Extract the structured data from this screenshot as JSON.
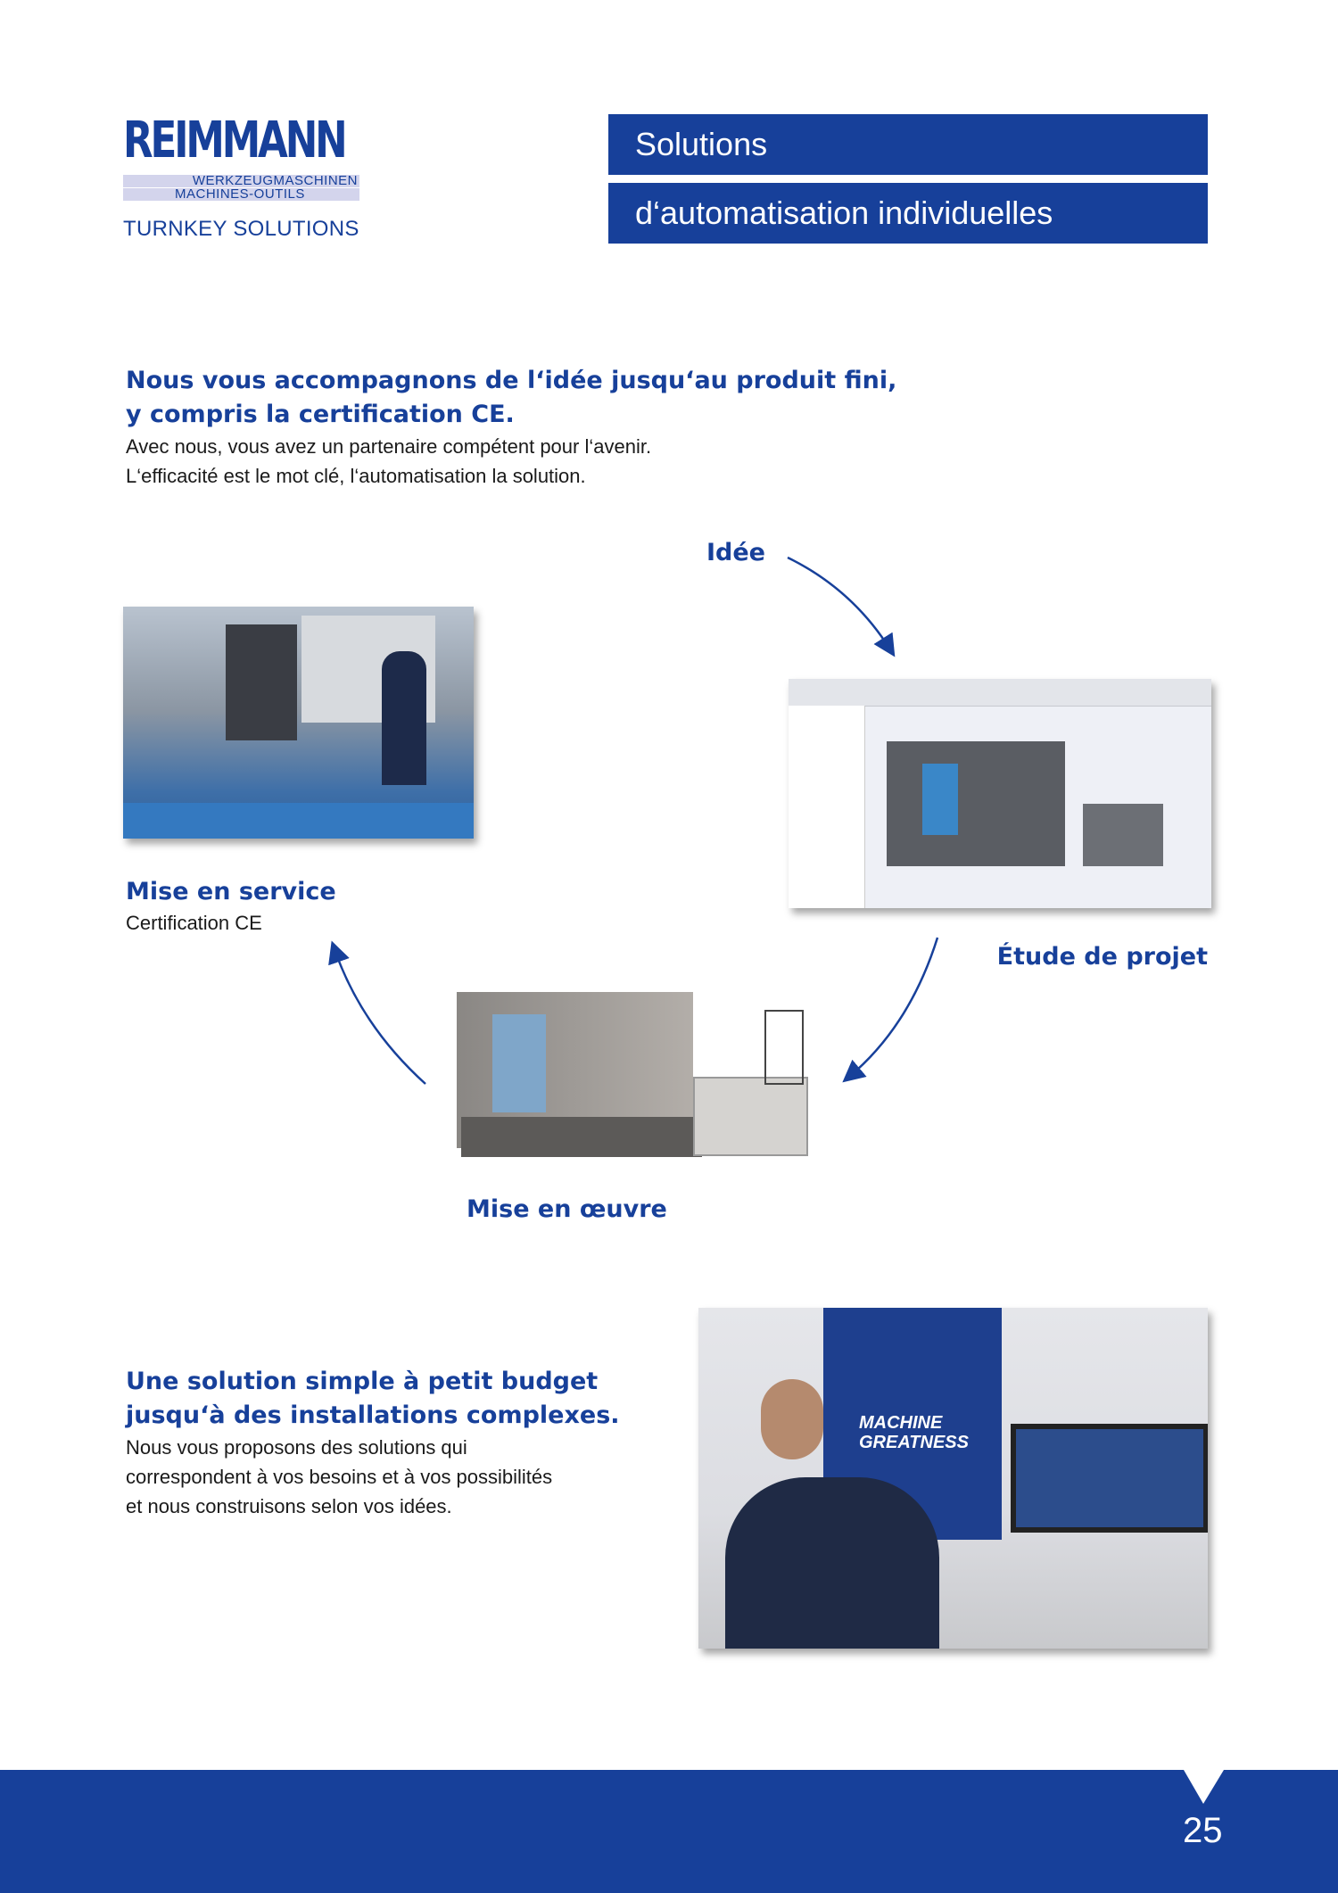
{
  "logo": {
    "brand": "REIMMANN",
    "line1": "WERKZEUGMASCHINEN",
    "line2": "MACHINES-OUTILS",
    "tagline": "TURNKEY SOLUTIONS"
  },
  "title": {
    "line1": "Solutions",
    "line2": "d‘automatisation individuelles"
  },
  "intro": {
    "heading1": "Nous vous accompagnons de l‘idée jusqu‘au produit fini,",
    "heading2": "y compris la certification CE.",
    "body1": "Avec nous, vous avez un partenaire compétent pour l‘avenir.",
    "body2": "L‘efficacité est le mot clé, l‘automatisation la solution."
  },
  "cycle": {
    "idea": "Idée",
    "study": "Étude de projet",
    "implementation": "Mise en œuvre",
    "commissioning": "Mise en service",
    "commissioning_sub": "Certification CE"
  },
  "second": {
    "heading1": "Une solution simple à petit budget",
    "heading2": "jusqu‘à des installations complexes.",
    "body1": "Nous vous proposons des solutions qui",
    "body2": "correspondent à vos besoins et à vos possibilités",
    "body3": "et nous construisons selon vos idées.",
    "photo_banner1": "MACHINE",
    "photo_banner2": "GREATNESS"
  },
  "footer": {
    "page_number": "25"
  },
  "colors": {
    "brand": "#17409a",
    "band": "#d3d4ec"
  }
}
